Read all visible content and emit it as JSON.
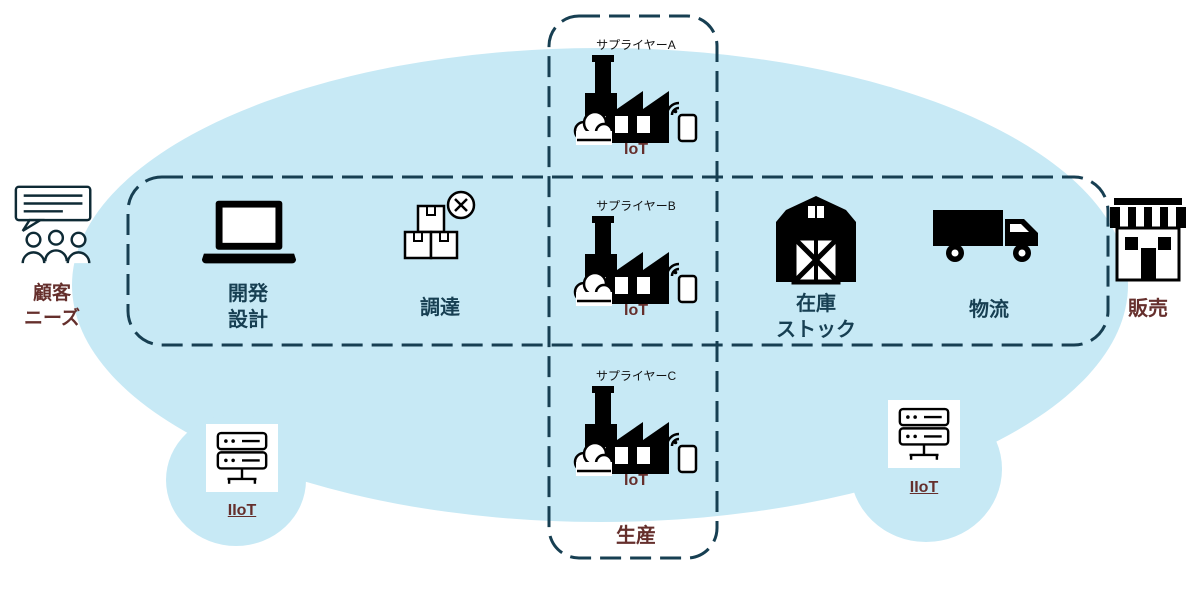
{
  "colors": {
    "cloud_blue": "#c7e9f5",
    "dash_teal": "#173f52",
    "process_text_teal": "#173f52",
    "accent_maroon": "#652f2c",
    "icon_black": "#000000"
  },
  "diagram": {
    "customer": {
      "label": "顧客\nニーズ",
      "icon": "people-chat-icon"
    },
    "dev_design": {
      "label": "開発\n設計",
      "icon": "laptop-icon"
    },
    "procurement": {
      "label": "調達",
      "icon": "boxes-cancel-icon"
    },
    "suppliers": {
      "a": {
        "name": "サプライヤーA",
        "iot": "IoT",
        "icon": "factory-cloud-wifi-icon"
      },
      "b": {
        "name": "サプライヤーB",
        "iot": "IoT",
        "icon": "factory-cloud-wifi-icon"
      },
      "c": {
        "name": "サプライヤーC",
        "iot": "IoT",
        "icon": "factory-cloud-wifi-icon"
      }
    },
    "production": {
      "label": "生産"
    },
    "inventory": {
      "label": "在庫\nストック",
      "icon": "barn-icon"
    },
    "logistics": {
      "label": "物流",
      "icon": "truck-icon"
    },
    "sales": {
      "label": "販売",
      "icon": "store-icon"
    },
    "iiot_left": {
      "label": "IIoT",
      "icon": "server-icon"
    },
    "iiot_right": {
      "label": "IIoT",
      "icon": "server-icon"
    }
  }
}
